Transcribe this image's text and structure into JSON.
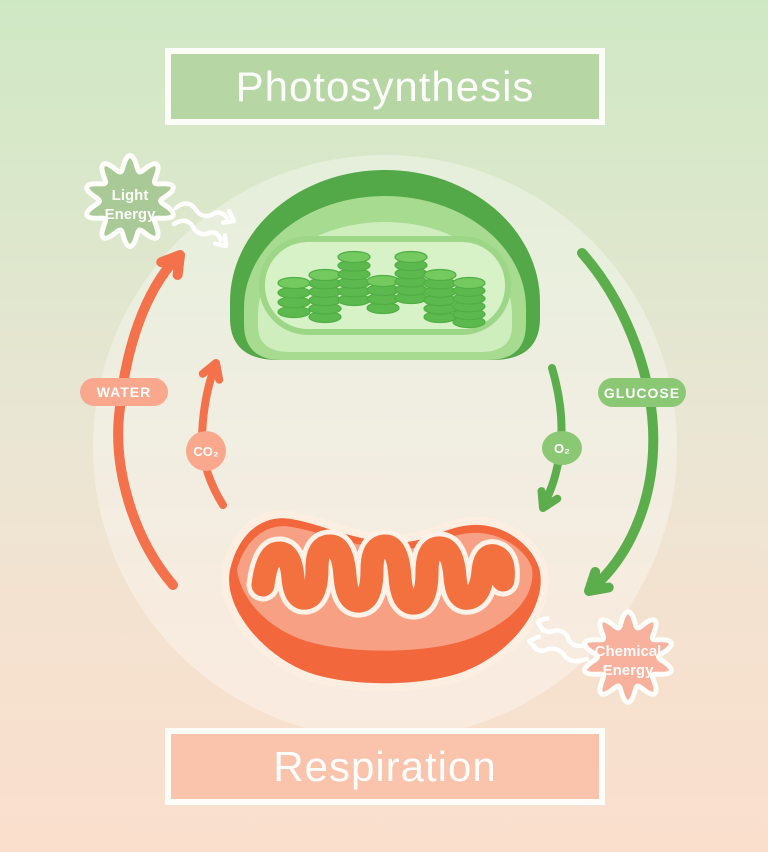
{
  "header": {
    "photosynthesis_label": "Photosynthesis"
  },
  "footer": {
    "respiration_label": "Respiration"
  },
  "labels": {
    "light_energy_line1": "Light",
    "light_energy_line2": "Energy",
    "chemical_energy_line1": "Chemical",
    "chemical_energy_line2": "Energy",
    "water": "WATER",
    "glucose": "GLUCOSE",
    "co2": "CO₂",
    "o2": "O₂"
  },
  "colors": {
    "photosynthesis_box_green": "#b6d6a4",
    "respiration_box_peach": "#f9c3ac",
    "arrow_orange": "#f3714b",
    "arrow_green": "#5cae4c",
    "pill_salmon": "#f9a78d",
    "pill_green": "#8bc874",
    "star_green": "#a9c997",
    "star_salmon": "#f7b19c",
    "wavy_arrow_white": "#ffffff",
    "chloroplast_dark_green": "#53a848",
    "chloroplast_mid_green": "#a6db90",
    "chloroplast_pale_green": "#cfeebd",
    "chloroplast_stroma": "#d8f2c7",
    "thylakoid_side": "#5cb94e",
    "thylakoid_top": "#74ca5f",
    "mitochondrion_orange": "#f2673c",
    "mitochondrion_face_salmon": "#f8a084",
    "cristae_orange": "#f3703f",
    "background_top": "#cfe8c4",
    "background_bottom": "#fbdfcd"
  }
}
